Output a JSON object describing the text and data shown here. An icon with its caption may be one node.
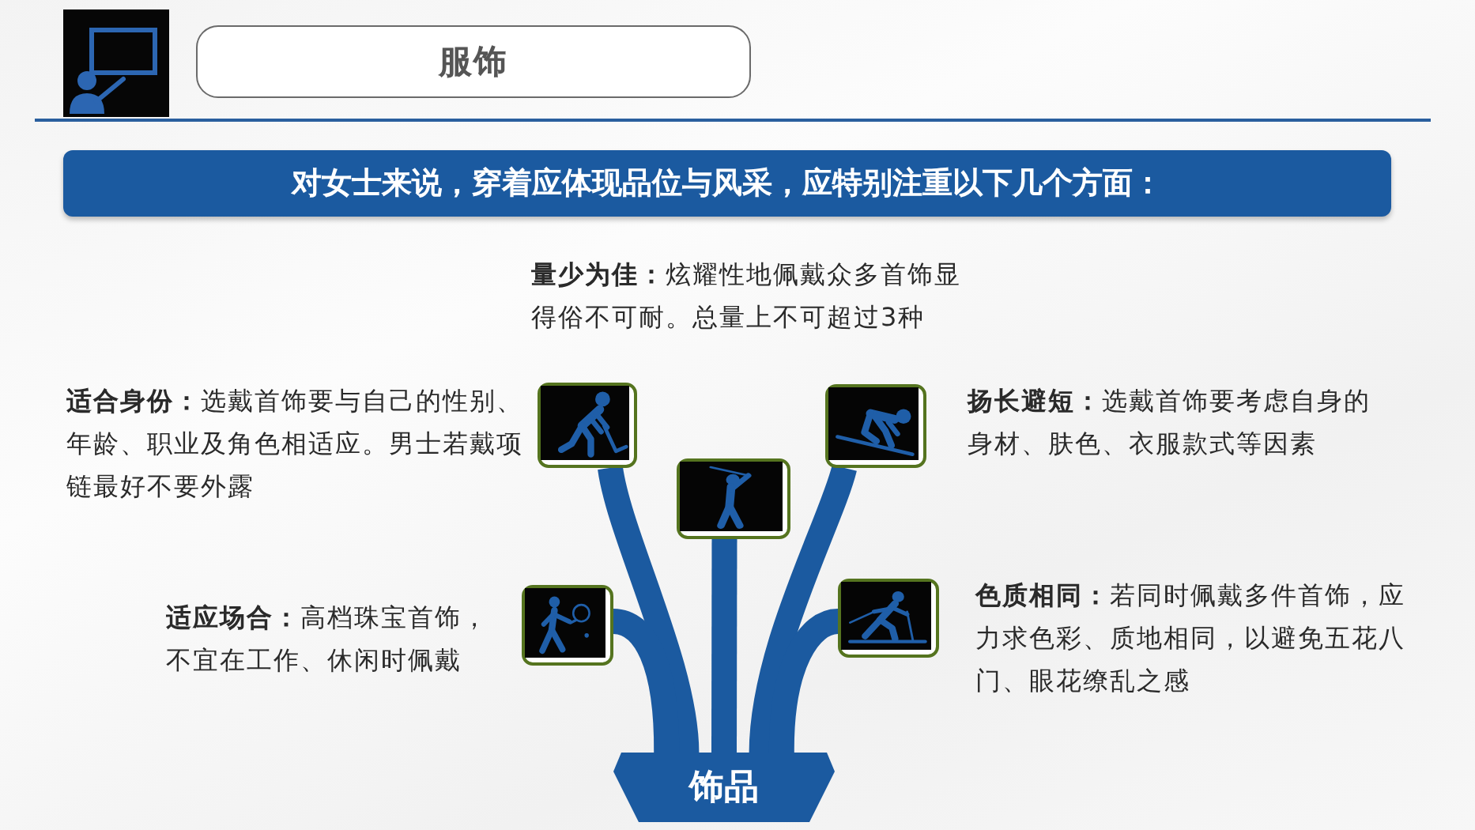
{
  "diagram": {
    "title": "服饰",
    "nodes": [
      {
        "text": [
          "对女士来说，穿着应体现品位与风采，应特别注重以下几个方面："
        ]
      },
      {
        "text": [],
        "shape": "picture",
        "beside": [
          "**适合身份：**选戴首饰要与自己的性别、年龄、职业及角色相适应。男士若戴项链最好不要外露"
        ]
      },
      {
        "text": [],
        "shape": "picture"
      },
      {
        "text": [],
        "shape": "picture",
        "beside": [
          "**扬长避短：**选戴首饰要考虑自身的身材、肤色、衣服款式等因素"
        ]
      },
      {
        "text": [],
        "shape": "picture",
        "beside": [
          "**适应场合：**高档珠宝首饰，不宜在工作、休闲时佩戴"
        ]
      },
      {
        "text": [],
        "shape": "picture",
        "beside": [
          "**色质相同：**若同时佩戴多件首饰，应力求色彩、质地相同，以避免五花八门、眼花缭乱之感"
        ]
      },
      {
        "text": [
          "饰品"
        ]
      }
    ],
    "edges": [
      {
        "from": 6,
        "to": 1,
        "arrow": "none"
      },
      {
        "from": 6,
        "to": 2,
        "arrow": "none"
      },
      {
        "from": 6,
        "to": 3,
        "arrow": "none"
      },
      {
        "from": 6,
        "to": 4,
        "arrow": "none"
      },
      {
        "from": 6,
        "to": 5,
        "arrow": "none"
      }
    ],
    "labels": [
      "**量少为佳：**炫耀性地佩戴众多首饰显得俗不可耐。总量上不可超过3种"
    ]
  }
}
